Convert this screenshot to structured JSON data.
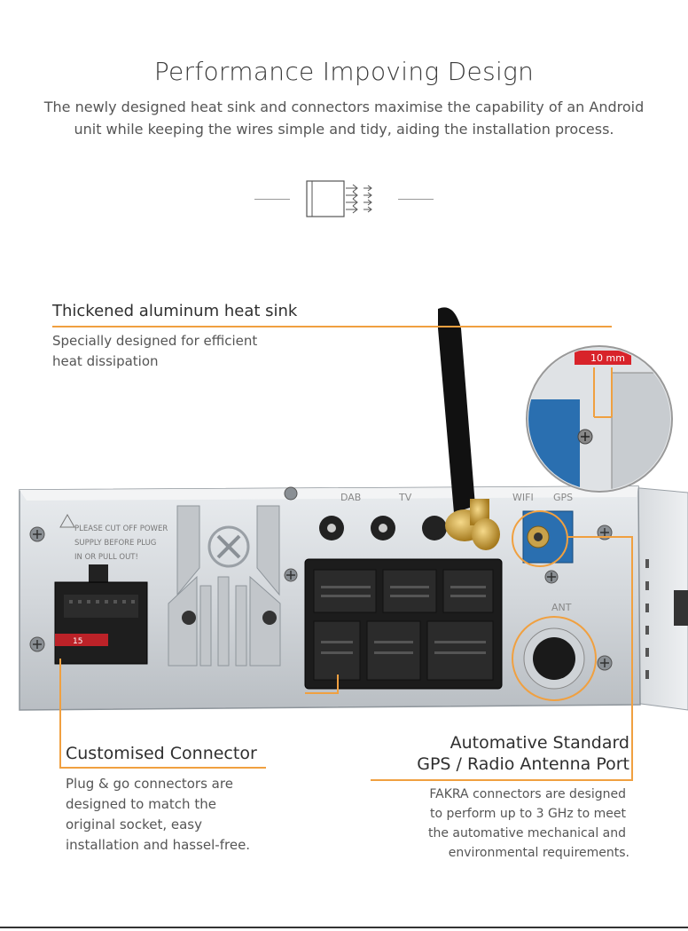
{
  "header": {
    "title": "Performance Impoving Design",
    "intro": "The newly designed heat sink and connectors maximise the capability of an Android unit while keeping the wires simple and tidy, aiding the installation process."
  },
  "photo": {
    "inset_measure": "10 mm",
    "port_labels": [
      "DAB",
      "TV",
      "WIFI",
      "GPS",
      "ANT"
    ],
    "warning_text": [
      "PLEASE CUT OFF POWER",
      "SUPPLY BEFORE PLUG",
      "IN OR PULL OUT!"
    ],
    "fuse_label": "15"
  },
  "callouts": {
    "heat_sink": {
      "title": "Thickened aluminum heat sink",
      "text_lines": [
        "Specially designed for efficient",
        "heat dissipation"
      ]
    },
    "connector": {
      "title": "Customised Connector",
      "text_lines": [
        "Plug & go connectors are",
        "designed to match the",
        "original socket, easy",
        "installation and hassel-free."
      ]
    },
    "antenna": {
      "title_lines": [
        "Automative Standard",
        "GPS / Radio Antenna Port"
      ],
      "text_lines": [
        "FAKRA connectors are designed",
        "to perform up to 3 GHz to meet",
        "the automative mechanical and",
        "environmental requirements."
      ]
    }
  },
  "colors": {
    "accent": "#f0a040",
    "measure_red": "#d8232a",
    "fakra_blue": "#2a6fb0"
  }
}
